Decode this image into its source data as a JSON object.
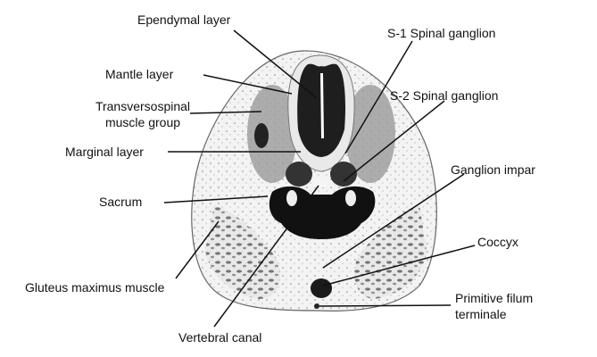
{
  "labels": {
    "ependymal_layer": "Ependymal layer",
    "mantle_layer": "Mantle layer",
    "transversospinal_line1": "Transversospinal",
    "transversospinal_line2": "muscle group",
    "marginal_layer": "Marginal layer",
    "sacrum": "Sacrum",
    "gluteus_maximus": "Gluteus maximus muscle",
    "vertebral_canal": "Vertebral canal",
    "s1_spinal_ganglion": "S-1 Spinal ganglion",
    "s2_spinal_ganglion": "S-2 Spinal ganglion",
    "ganglion_impar": "Ganglion impar",
    "coccyx": "Coccyx",
    "filum_line1": "Primitive filum",
    "filum_line2": "terminale"
  }
}
